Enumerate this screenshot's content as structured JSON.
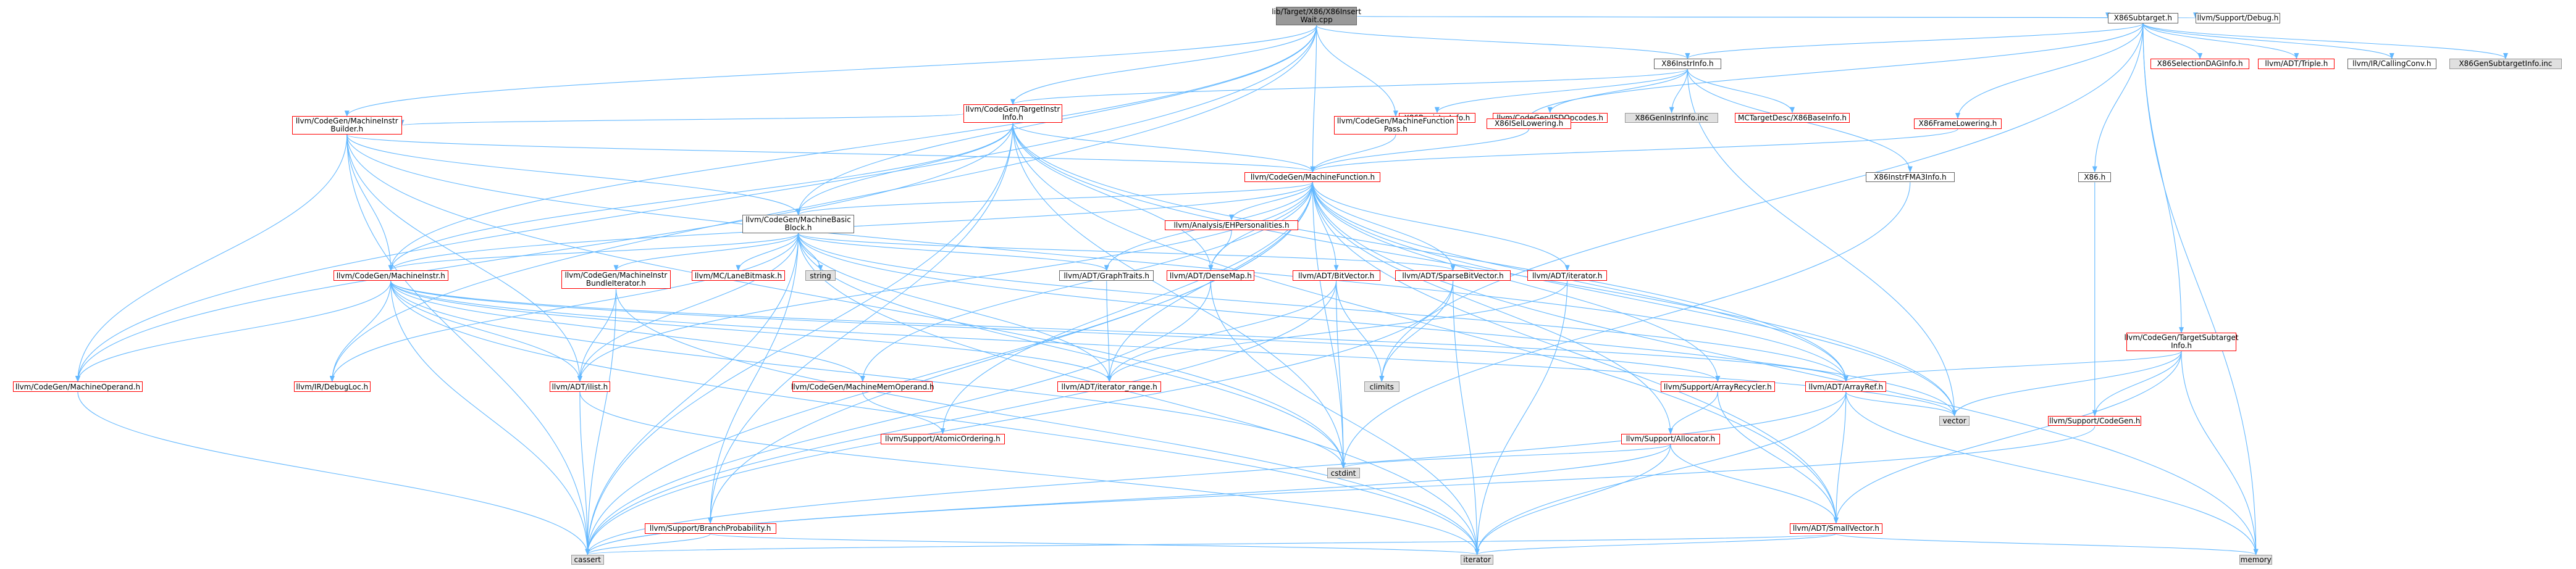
{
  "graph": {
    "edge_color": "#63b8ff",
    "colors": {
      "plain": "#666666",
      "red": "#ff0000",
      "grey_fill": "#e0e0e0",
      "root_fill": "#999999"
    },
    "nodes": [
      {
        "id": "root",
        "label": "lib/Target/X86/X86Insert\nWait.cpp",
        "style": "root"
      },
      {
        "id": "subtarget",
        "label": "X86Subtarget.h",
        "style": "plain"
      },
      {
        "id": "debug",
        "label": "llvm/Support/Debug.h",
        "style": "plain"
      },
      {
        "id": "instrinfo",
        "label": "X86InstrInfo.h",
        "style": "plain"
      },
      {
        "id": "seldag",
        "label": "X86SelectionDAGInfo.h",
        "style": "red"
      },
      {
        "id": "triple",
        "label": "llvm/ADT/Triple.h",
        "style": "red"
      },
      {
        "id": "callconv",
        "label": "llvm/IR/CallingConv.h",
        "style": "plain"
      },
      {
        "id": "gensub",
        "label": "X86GenSubtargetInfo.inc",
        "style": "grey"
      },
      {
        "id": "tii",
        "label": "llvm/CodeGen/TargetInstr\nInfo.h",
        "style": "red"
      },
      {
        "id": "reginfo",
        "label": "X86RegisterInfo.h",
        "style": "red"
      },
      {
        "id": "isdop",
        "label": "llvm/CodeGen/ISDOpcodes.h",
        "style": "red"
      },
      {
        "id": "geninstr",
        "label": "X86GenInstrInfo.inc",
        "style": "grey"
      },
      {
        "id": "baseinfo",
        "label": "MCTargetDesc/X86BaseInfo.h",
        "style": "red"
      },
      {
        "id": "mibuilder",
        "label": "llvm/CodeGen/MachineInstr\nBuilder.h",
        "style": "red"
      },
      {
        "id": "mfpass",
        "label": "llvm/CodeGen/MachineFunction\nPass.h",
        "style": "red"
      },
      {
        "id": "isellow",
        "label": "X86ISelLowering.h",
        "style": "red"
      },
      {
        "id": "framelow",
        "label": "X86FrameLowering.h",
        "style": "red"
      },
      {
        "id": "mf",
        "label": "llvm/CodeGen/MachineFunction.h",
        "style": "red"
      },
      {
        "id": "fma3",
        "label": "X86InstrFMA3Info.h",
        "style": "plain"
      },
      {
        "id": "x86h",
        "label": "X86.h",
        "style": "plain"
      },
      {
        "id": "mbb",
        "label": "llvm/CodeGen/MachineBasic\nBlock.h",
        "style": "plain"
      },
      {
        "id": "ehpers",
        "label": "llvm/Analysis/EHPersonalities.h",
        "style": "red"
      },
      {
        "id": "mi",
        "label": "llvm/CodeGen/MachineInstr.h",
        "style": "red"
      },
      {
        "id": "bundleiter",
        "label": "llvm/CodeGen/MachineInstr\nBundleIterator.h",
        "style": "red"
      },
      {
        "id": "lanebit",
        "label": "llvm/MC/LaneBitmask.h",
        "style": "red"
      },
      {
        "id": "string",
        "label": "string",
        "style": "grey"
      },
      {
        "id": "graphtraits",
        "label": "llvm/ADT/GraphTraits.h",
        "style": "plain"
      },
      {
        "id": "densemap",
        "label": "llvm/ADT/DenseMap.h",
        "style": "red"
      },
      {
        "id": "bitvector",
        "label": "llvm/ADT/BitVector.h",
        "style": "red"
      },
      {
        "id": "sparsebv",
        "label": "llvm/ADT/SparseBitVector.h",
        "style": "red"
      },
      {
        "id": "adtiter",
        "label": "llvm/ADT/iterator.h",
        "style": "red"
      },
      {
        "id": "tsi",
        "label": "llvm/CodeGen/TargetSubtarget\nInfo.h",
        "style": "red"
      },
      {
        "id": "mo",
        "label": "llvm/CodeGen/MachineOperand.h",
        "style": "red"
      },
      {
        "id": "debugloc",
        "label": "llvm/IR/DebugLoc.h",
        "style": "red"
      },
      {
        "id": "ilist",
        "label": "llvm/ADT/ilist.h",
        "style": "red"
      },
      {
        "id": "mmo",
        "label": "llvm/CodeGen/MachineMemOperand.h",
        "style": "red"
      },
      {
        "id": "iterrange",
        "label": "llvm/ADT/iterator_range.h",
        "style": "red"
      },
      {
        "id": "climits",
        "label": "climits",
        "style": "grey"
      },
      {
        "id": "arecycler",
        "label": "llvm/Support/ArrayRecycler.h",
        "style": "red"
      },
      {
        "id": "arrayref",
        "label": "llvm/ADT/ArrayRef.h",
        "style": "red"
      },
      {
        "id": "vector",
        "label": "vector",
        "style": "grey"
      },
      {
        "id": "supcodegen",
        "label": "llvm/Support/CodeGen.h",
        "style": "red"
      },
      {
        "id": "atomic",
        "label": "llvm/Support/AtomicOrdering.h",
        "style": "red"
      },
      {
        "id": "allocator",
        "label": "llvm/Support/Allocator.h",
        "style": "red"
      },
      {
        "id": "cstdint",
        "label": "cstdint",
        "style": "grey"
      },
      {
        "id": "branchprob",
        "label": "llvm/Support/BranchProbability.h",
        "style": "red"
      },
      {
        "id": "smallvec",
        "label": "llvm/ADT/SmallVector.h",
        "style": "red"
      },
      {
        "id": "cassert",
        "label": "cassert",
        "style": "grey"
      },
      {
        "id": "iterator",
        "label": "iterator",
        "style": "grey"
      },
      {
        "id": "memory",
        "label": "memory",
        "style": "grey"
      }
    ],
    "edges": [
      [
        "root",
        "subtarget"
      ],
      [
        "root",
        "debug"
      ],
      [
        "root",
        "instrinfo"
      ],
      [
        "root",
        "tii"
      ],
      [
        "root",
        "mibuilder"
      ],
      [
        "root",
        "mfpass"
      ],
      [
        "root",
        "mf"
      ],
      [
        "root",
        "mbb"
      ],
      [
        "root",
        "mi"
      ],
      [
        "root",
        "mo"
      ],
      [
        "root",
        "debugloc"
      ],
      [
        "subtarget",
        "instrinfo"
      ],
      [
        "subtarget",
        "seldag"
      ],
      [
        "subtarget",
        "triple"
      ],
      [
        "subtarget",
        "callconv"
      ],
      [
        "subtarget",
        "gensub"
      ],
      [
        "subtarget",
        "isellow"
      ],
      [
        "subtarget",
        "framelow"
      ],
      [
        "subtarget",
        "x86h"
      ],
      [
        "subtarget",
        "tsi"
      ],
      [
        "subtarget",
        "climits"
      ],
      [
        "subtarget",
        "memory"
      ],
      [
        "instrinfo",
        "tii"
      ],
      [
        "instrinfo",
        "reginfo"
      ],
      [
        "instrinfo",
        "isdop"
      ],
      [
        "instrinfo",
        "geninstr"
      ],
      [
        "instrinfo",
        "baseinfo"
      ],
      [
        "instrinfo",
        "fma3"
      ],
      [
        "instrinfo",
        "vector"
      ],
      [
        "tii",
        "mibuilder"
      ],
      [
        "tii",
        "mf"
      ],
      [
        "tii",
        "mbb"
      ],
      [
        "tii",
        "mi"
      ],
      [
        "tii",
        "mo"
      ],
      [
        "tii",
        "densemap"
      ],
      [
        "tii",
        "arrayref"
      ],
      [
        "tii",
        "branchprob"
      ],
      [
        "tii",
        "cstdint"
      ],
      [
        "tii",
        "vector"
      ],
      [
        "tii",
        "cassert"
      ],
      [
        "tii",
        "smallvec"
      ],
      [
        "mibuilder",
        "mf"
      ],
      [
        "mibuilder",
        "mbb"
      ],
      [
        "mibuilder",
        "mi"
      ],
      [
        "mibuilder",
        "mo"
      ],
      [
        "mibuilder",
        "ilist"
      ],
      [
        "mibuilder",
        "arrayref"
      ],
      [
        "mibuilder",
        "cstdint"
      ],
      [
        "mibuilder",
        "cassert"
      ],
      [
        "mfpass",
        "mf"
      ],
      [
        "isellow",
        "mf"
      ],
      [
        "framelow",
        "mf"
      ],
      [
        "fma3",
        "cstdint"
      ],
      [
        "x86h",
        "supcodegen"
      ],
      [
        "mf",
        "mbb"
      ],
      [
        "mf",
        "ehpers"
      ],
      [
        "mf",
        "mi"
      ],
      [
        "mf",
        "graphtraits"
      ],
      [
        "mf",
        "densemap"
      ],
      [
        "mf",
        "bitvector"
      ],
      [
        "mf",
        "adtiter"
      ],
      [
        "mf",
        "mmo"
      ],
      [
        "mf",
        "arecycler"
      ],
      [
        "mf",
        "allocator"
      ],
      [
        "mf",
        "arrayref"
      ],
      [
        "mf",
        "smallvec"
      ],
      [
        "mf",
        "iterrange"
      ],
      [
        "mf",
        "ilist"
      ],
      [
        "mf",
        "cassert"
      ],
      [
        "mf",
        "cstdint"
      ],
      [
        "mf",
        "vector"
      ],
      [
        "mf",
        "memory"
      ],
      [
        "mf",
        "branchprob"
      ],
      [
        "mf",
        "atomic"
      ],
      [
        "mf",
        "sparsebv"
      ],
      [
        "mbb",
        "mi"
      ],
      [
        "mbb",
        "bundleiter"
      ],
      [
        "mbb",
        "lanebit"
      ],
      [
        "mbb",
        "string"
      ],
      [
        "mbb",
        "graphtraits"
      ],
      [
        "mbb",
        "sparsebv"
      ],
      [
        "mbb",
        "ilist"
      ],
      [
        "mbb",
        "iterrange"
      ],
      [
        "mbb",
        "branchprob"
      ],
      [
        "mbb",
        "debugloc"
      ],
      [
        "mbb",
        "cassert"
      ],
      [
        "mbb",
        "cstdint"
      ],
      [
        "mbb",
        "vector"
      ],
      [
        "mbb",
        "iterator"
      ],
      [
        "mbb",
        "arrayref"
      ],
      [
        "ehpers",
        "densemap"
      ],
      [
        "mi",
        "mo"
      ],
      [
        "mi",
        "debugloc"
      ],
      [
        "mi",
        "ilist"
      ],
      [
        "mi",
        "iterrange"
      ],
      [
        "mi",
        "arrayref"
      ],
      [
        "mi",
        "arecycler"
      ],
      [
        "mi",
        "mmo"
      ],
      [
        "mi",
        "cassert"
      ],
      [
        "mi",
        "cstdint"
      ],
      [
        "mi",
        "iterator"
      ],
      [
        "mi",
        "vector"
      ],
      [
        "bundleiter",
        "ilist"
      ],
      [
        "bundleiter",
        "cassert"
      ],
      [
        "bundleiter",
        "iterator"
      ],
      [
        "graphtraits",
        "iterrange"
      ],
      [
        "densemap",
        "iterator"
      ],
      [
        "densemap",
        "cassert"
      ],
      [
        "bitvector",
        "iterrange"
      ],
      [
        "bitvector",
        "climits"
      ],
      [
        "bitvector",
        "cstdint"
      ],
      [
        "bitvector",
        "cassert"
      ],
      [
        "sparsebv",
        "climits"
      ],
      [
        "sparsebv",
        "iterator"
      ],
      [
        "sparsebv",
        "cassert"
      ],
      [
        "adtiter",
        "iterrange"
      ],
      [
        "adtiter",
        "iterator"
      ],
      [
        "tsi",
        "arrayref"
      ],
      [
        "tsi",
        "supcodegen"
      ],
      [
        "tsi",
        "vector"
      ],
      [
        "tsi",
        "memory"
      ],
      [
        "tsi",
        "smallvec"
      ],
      [
        "mo",
        "cassert"
      ],
      [
        "ilist",
        "cassert"
      ],
      [
        "ilist",
        "iterator"
      ],
      [
        "mmo",
        "atomic"
      ],
      [
        "arecycler",
        "allocator"
      ],
      [
        "arecycler",
        "smallvec"
      ],
      [
        "arrayref",
        "smallvec"
      ],
      [
        "arrayref",
        "vector"
      ],
      [
        "arrayref",
        "iterator"
      ],
      [
        "arrayref",
        "memory"
      ],
      [
        "arrayref",
        "cassert"
      ],
      [
        "supcodegen",
        "cassert"
      ],
      [
        "allocator",
        "cassert"
      ],
      [
        "allocator",
        "cstdint"
      ],
      [
        "allocator",
        "iterator"
      ],
      [
        "allocator",
        "smallvec"
      ],
      [
        "branchprob",
        "cassert"
      ],
      [
        "branchprob",
        "iterator"
      ],
      [
        "smallvec",
        "cassert"
      ],
      [
        "smallvec",
        "iterator"
      ],
      [
        "smallvec",
        "memory"
      ]
    ]
  }
}
